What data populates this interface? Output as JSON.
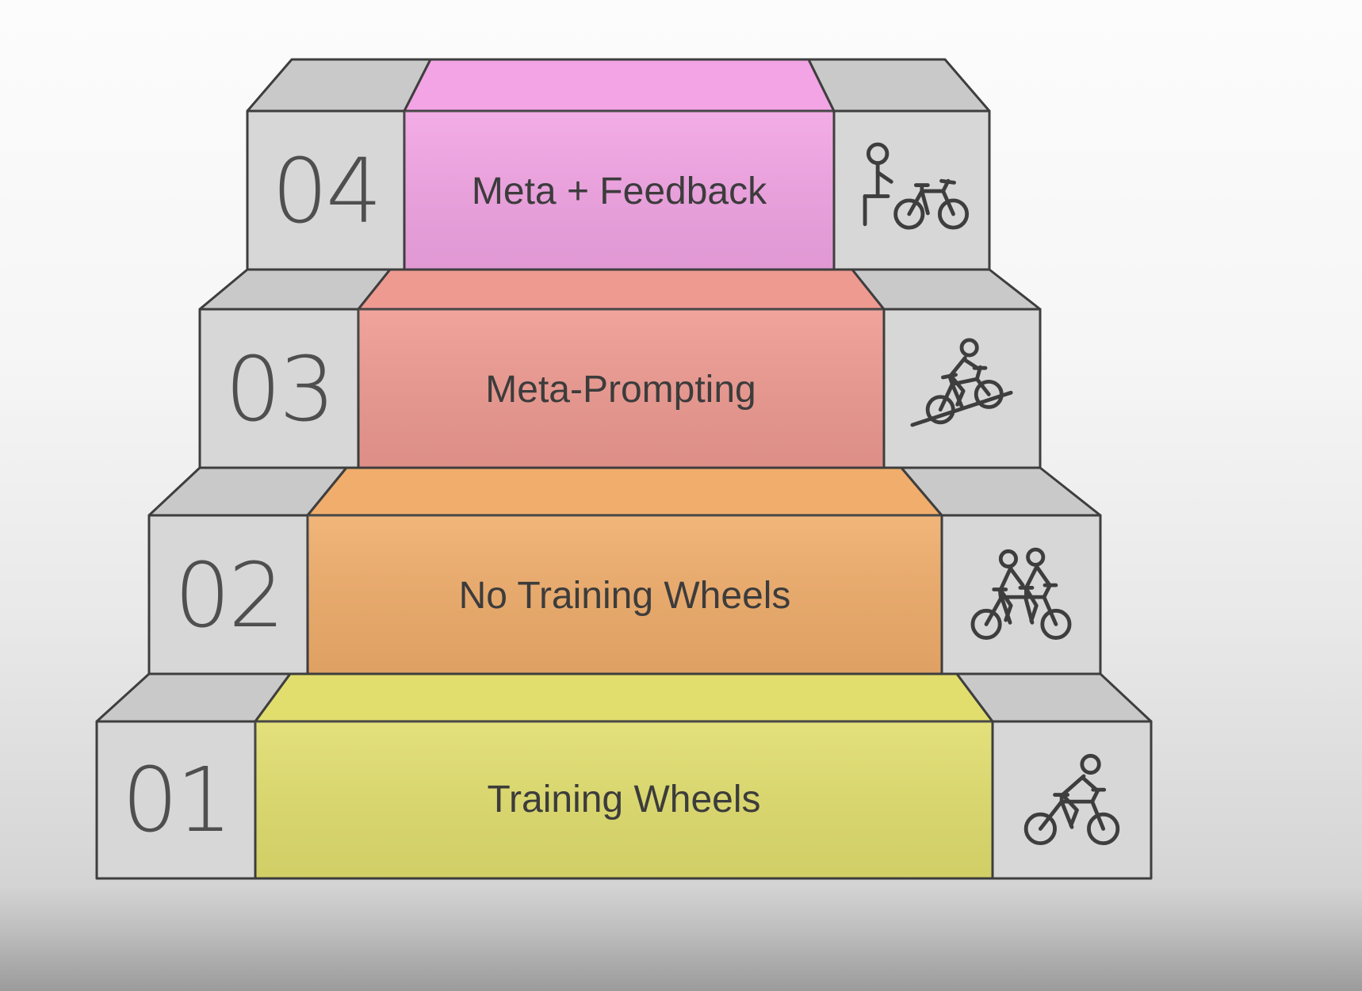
{
  "colors": {
    "gray_front": "#d7d7d7",
    "gray_top": "#c9c9c9",
    "outline": "#3e3e3e"
  },
  "steps": [
    {
      "number": "01",
      "label": "Training Wheels",
      "color": "#e1de6e",
      "icon": "cyclist-icon"
    },
    {
      "number": "02",
      "label": "No Training Wheels",
      "color": "#f0ad6b",
      "icon": "tandem-cyclists-icon"
    },
    {
      "number": "03",
      "label": "Meta-Prompting",
      "color": "#ee9a91",
      "icon": "uphill-cyclist-icon"
    },
    {
      "number": "04",
      "label": "Meta + Feedback",
      "color": "#f2a4e4",
      "icon": "person-with-bicycle-icon"
    }
  ]
}
